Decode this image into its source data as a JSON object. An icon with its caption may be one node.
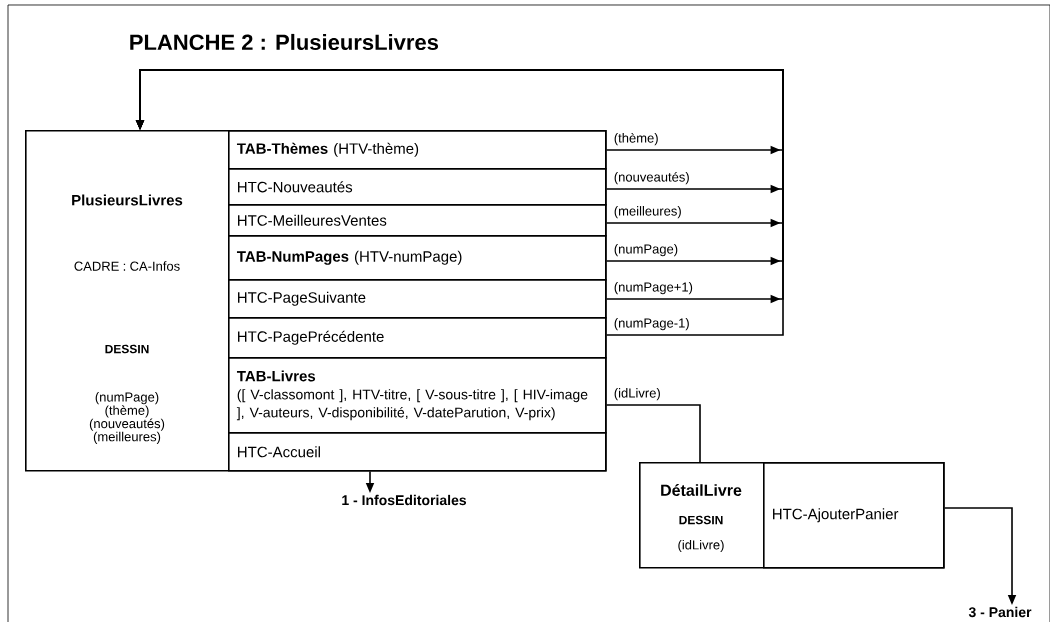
{
  "diagram": {
    "title": "PLANCHE 2 : PlusieursLivres",
    "nodes": [
      {
        "text": [
          "PlusieursLivres",
          "CADRE : CA-Infos",
          "DESSIN",
          "(numPage) (thème) (nouveautés) (meilleures)"
        ]
      },
      {
        "text": [
          "**TAB-Thèmes** (HTV-thème)"
        ],
        "in": 0
      },
      {
        "text": [
          "HTC-Nouveautés"
        ],
        "in": 0
      },
      {
        "text": [
          "HTC-MeilleuresVentes"
        ],
        "in": 0
      },
      {
        "text": [
          "**TAB-NumPages** (HTV-numPage)"
        ],
        "in": 0
      },
      {
        "text": [
          "HTC-PageSuivante"
        ],
        "in": 0
      },
      {
        "text": [
          "HTC-PagePrécédente"
        ],
        "in": 0
      },
      {
        "text": [
          "TAB-Livres",
          "([ V-classomont ], HTV-titre, [ V-sous-titre ], [ HIV-image ], V-auteurs, V-disponibilité, V-dateParution, V-prix)"
        ],
        "in": 0
      },
      {
        "text": [
          "HTC-Accueil"
        ],
        "in": 0
      },
      {
        "text": [
          "1 - InfosEditoriales"
        ]
      },
      {
        "text": [
          "DétailLivre",
          "DESSIN",
          "(idLivre)"
        ]
      },
      {
        "text": [
          "HTC-AjouterPanier"
        ],
        "in": 10
      },
      {
        "text": [
          "3 - Panier"
        ]
      }
    ],
    "edges": [
      {
        "from": 1,
        "to": 0,
        "arrow": "to",
        "label": "(thème)"
      },
      {
        "from": 2,
        "to": 0,
        "arrow": "to",
        "label": "(nouveautés)"
      },
      {
        "from": 3,
        "to": 0,
        "arrow": "to",
        "label": "(meilleures)"
      },
      {
        "from": 4,
        "to": 0,
        "arrow": "to",
        "label": "(numPage)"
      },
      {
        "from": 5,
        "to": 0,
        "arrow": "to",
        "label": "(numPage+1)"
      },
      {
        "from": 6,
        "to": 0,
        "arrow": "to",
        "label": "(numPage-1)"
      },
      {
        "from": 7,
        "to": 10,
        "arrow": "none",
        "label": "(idLivre)"
      },
      {
        "from": 8,
        "to": 9,
        "arrow": "to"
      },
      {
        "from": 11,
        "to": 12,
        "arrow": "to"
      }
    ]
  }
}
